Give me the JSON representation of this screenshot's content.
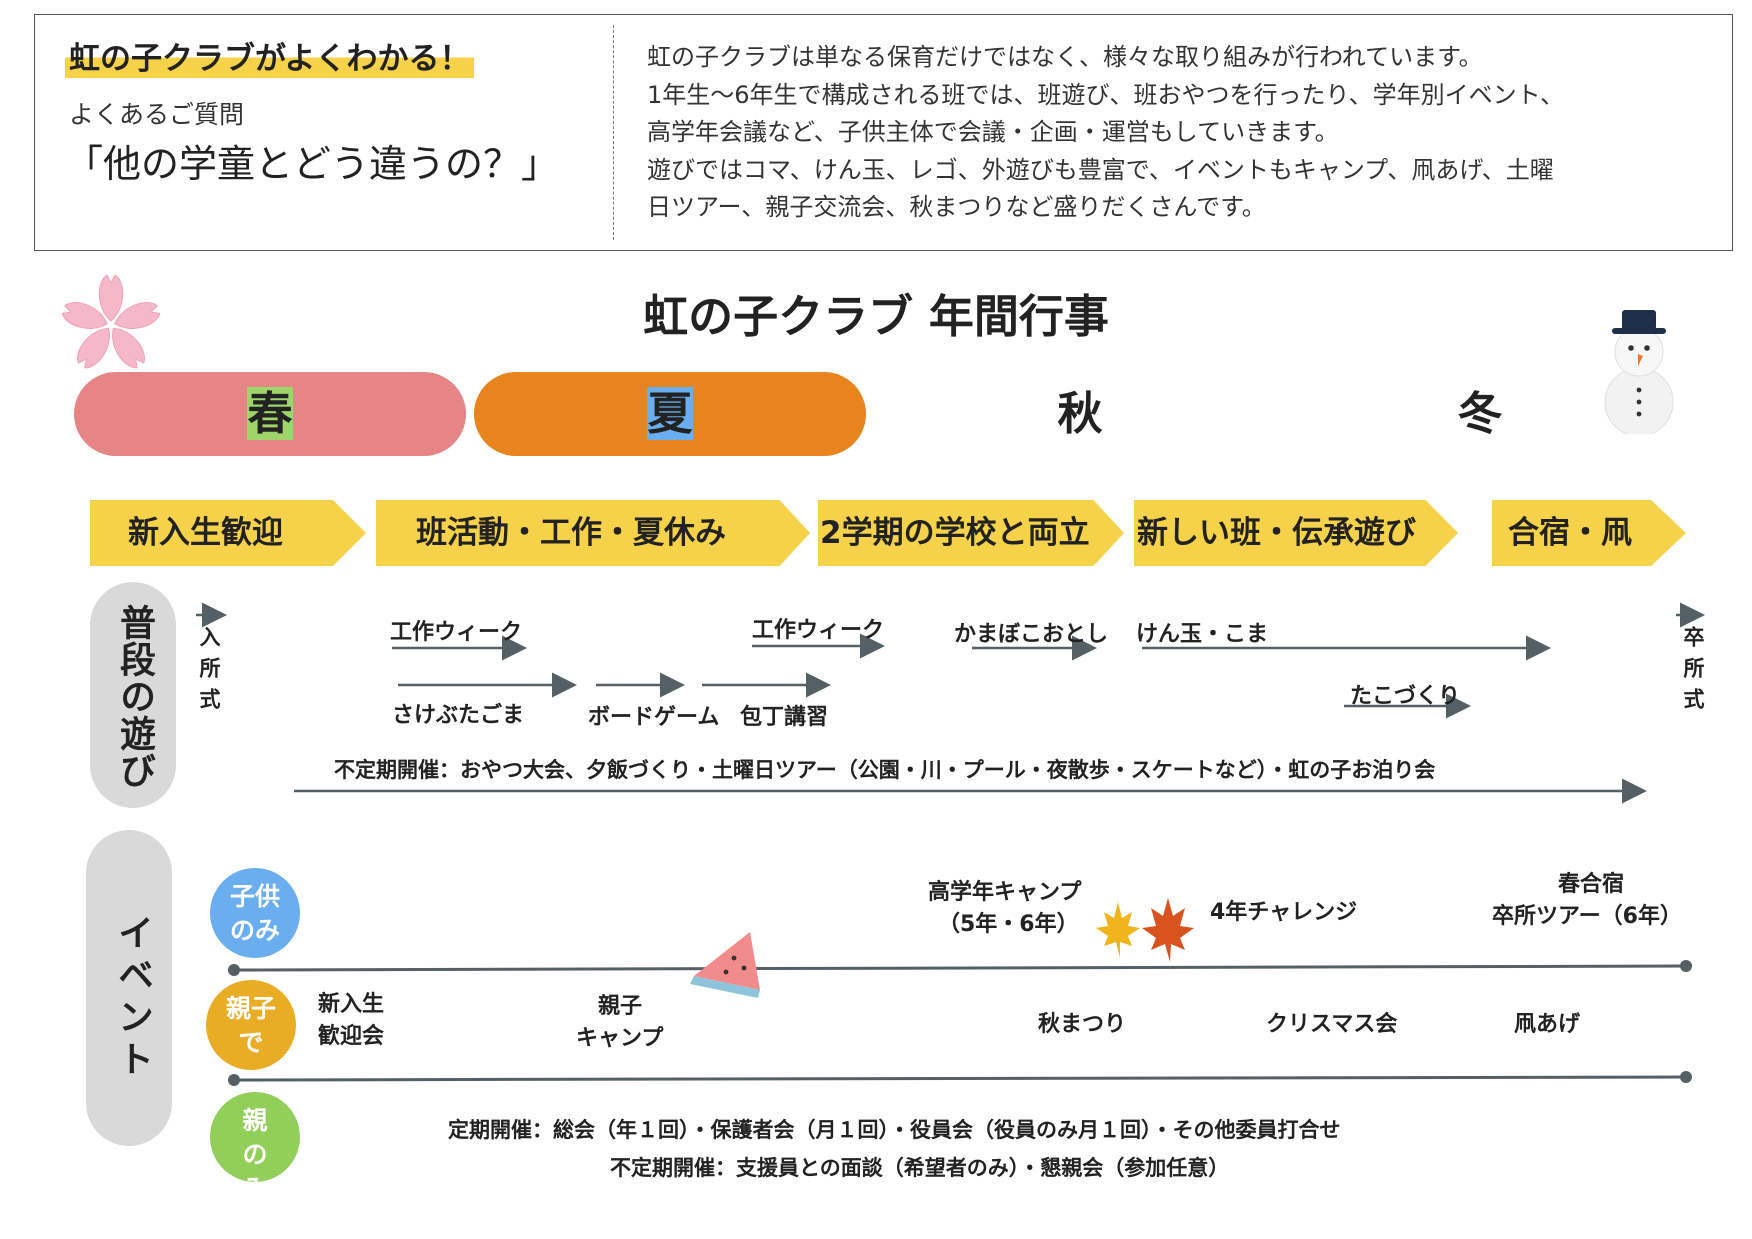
{
  "intro": {
    "badge": "虹の子クラブがよくわかる！",
    "sub": "よくあるご質問",
    "question": "「他の学童とどう違うの？」",
    "lines": [
      "虹の子クラブは単なる保育だけではなく、様々な取り組みが行われています。",
      "1年生～6年生で構成される班では、班遊び、班おやつを行ったり、学年別イベント、",
      "高学年会議など、子供主体で会議・企画・運営もしていきます。",
      "遊びではコマ、けん玉、レゴ、外遊びも豊富で、イベントもキャンプ、凧あげ、土曜",
      "日ツアー、親子交流会、秋まつりなど盛りだくさんです。"
    ]
  },
  "title": "虹の子クラブ 年間行事",
  "seasons": [
    {
      "label": "春",
      "color": "#e58585"
    },
    {
      "label": "夏",
      "color": "#9ed46a"
    },
    {
      "label": "秋",
      "color": "#e8841e"
    },
    {
      "label": "冬",
      "color": "#6aaef0"
    }
  ],
  "terms": [
    "新入生歓迎",
    "班活動・工作・夏休み",
    "2学期の学校と両立",
    "新しい班・伝承遊び",
    "合宿・凧"
  ],
  "play": {
    "side_label": "普段の遊び",
    "entrance": "入所式",
    "graduation": "卒所式",
    "items": [
      "工作ウィーク",
      "工作ウィーク",
      "かまぼこおとし",
      "けん玉・こま",
      "さけぶたごま",
      "ボードゲーム",
      "包丁講習",
      "たこづくり"
    ],
    "irregular": "不定期開催：おやつ大会、夕飯づくり・土曜日ツアー（公園・川・プール・夜散歩・スケートなど）・虹の子お泊り会"
  },
  "events": {
    "side_label": "イベント",
    "groups": [
      {
        "label": "子供のみ",
        "color": "#6aaef0"
      },
      {
        "label": "親子で",
        "color": "#e9ad25"
      },
      {
        "label": "親のみ",
        "color": "#92cf5a"
      }
    ],
    "kids": [
      "高学年キャンプ",
      "（5年・6年）",
      "4年チャレンジ",
      "春合宿",
      "卒所ツアー（6年）"
    ],
    "family": [
      "新入生",
      "歓迎会",
      "親子",
      "キャンプ",
      "秋まつり",
      "クリスマス会",
      "凧あげ"
    ],
    "parents": [
      "定期開催：総会（年１回）・保護者会（月１回）・役員会（役員のみ月１回）・その他委員打合せ",
      "不定期開催：支援員との面談（希望者のみ）・懇親会（参加任意）"
    ]
  }
}
